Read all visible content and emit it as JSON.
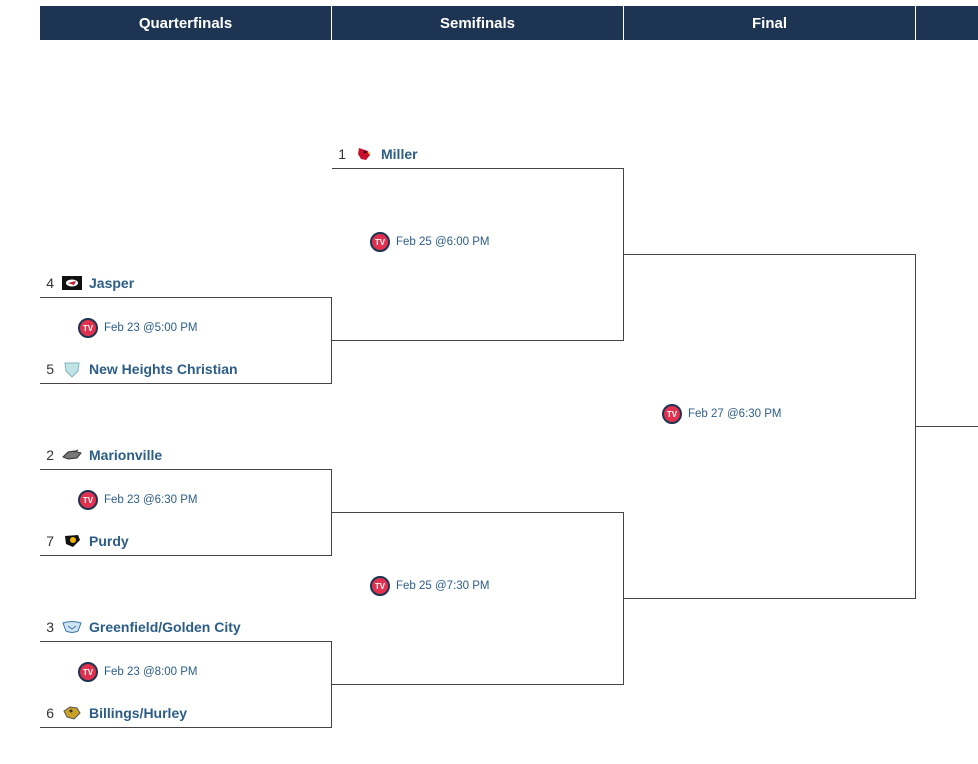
{
  "rounds": [
    "Quarterfinals",
    "Semifinals",
    "Final"
  ],
  "quarterfinals": [
    {
      "top": {
        "seed": "4",
        "name": "Jasper",
        "logo": "jasper-logo"
      },
      "bottom": {
        "seed": "5",
        "name": "New Heights Christian",
        "logo": "new-heights-logo"
      },
      "time": "Feb 23 @5:00 PM"
    },
    {
      "top": {
        "seed": "2",
        "name": "Marionville",
        "logo": "marionville-logo"
      },
      "bottom": {
        "seed": "7",
        "name": "Purdy",
        "logo": "purdy-logo"
      },
      "time": "Feb 23 @6:30 PM"
    },
    {
      "top": {
        "seed": "3",
        "name": "Greenfield/Golden City",
        "logo": "greenfield-logo"
      },
      "bottom": {
        "seed": "6",
        "name": "Billings/Hurley",
        "logo": "billings-logo"
      },
      "time": "Feb 23 @8:00 PM"
    }
  ],
  "semifinals": [
    {
      "top": {
        "seed": "1",
        "name": "Miller",
        "logo": "cardinal-logo"
      },
      "time": "Feb 25 @6:00 PM"
    },
    {
      "time": "Feb 25 @7:30 PM"
    }
  ],
  "final": {
    "time": "Feb 27 @6:30 PM"
  },
  "tv_icon_label": "TV",
  "colors": {
    "header": "#1d3552",
    "team_name": "#2c5d86",
    "tv_icon": "#e2314f"
  }
}
